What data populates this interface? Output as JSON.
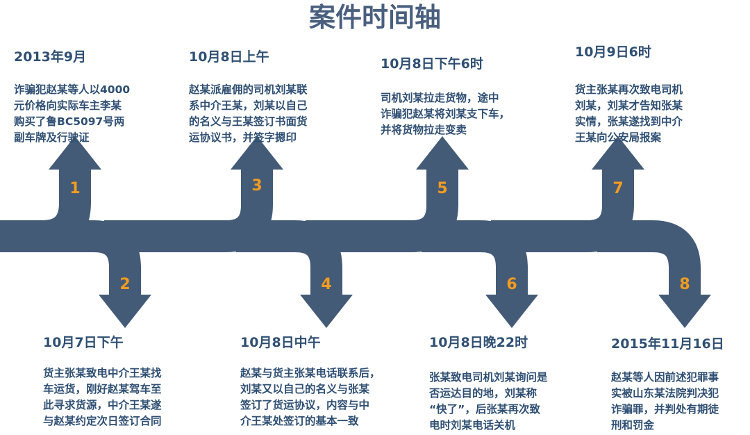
{
  "title": "案件时间轴",
  "colors": {
    "road": "#445b77",
    "number": "#f39c1f",
    "text": "#2f4f73"
  },
  "events": [
    {
      "number": "1",
      "date": "2013年9月",
      "lines": [
        "诈骗犯赵某等人以4000",
        "元价格向实际车主李某",
        "购买了鲁BC5097号两",
        "副车牌及行驶证"
      ]
    },
    {
      "number": "2",
      "date": "10月7日下午",
      "lines": [
        "货主张某致电中介王某找",
        "车运货，刚好赵某驾车至",
        "此寻求货源，中介王某遂",
        "与赵某约定次日签订合同"
      ]
    },
    {
      "number": "3",
      "date": "10月8日上午",
      "lines": [
        "赵某派雇佣的司机刘某联",
        "系中介王某，刘某以自己",
        "的名义与王某签订书面货",
        "运协议书，并签字摁印"
      ]
    },
    {
      "number": "4",
      "date": "10月8日中午",
      "lines": [
        "赵某与货主张某电话联系后，",
        "刘某又以自己的名义与张某",
        "签订了货运协议，内容与中",
        "介王某处签订的基本一致"
      ]
    },
    {
      "number": "5",
      "date": "10月8日下午6时",
      "lines": [
        "司机刘某拉走货物，途中",
        "诈骗犯赵某将刘某支下车，",
        "并将货物拉走变卖"
      ]
    },
    {
      "number": "6",
      "date": "10月8日晚22时",
      "lines": [
        "张某致电司机刘某询问是",
        "否运达目的地，刘某称",
        "“快了”，后张某再次致",
        "电时刘某电话关机"
      ]
    },
    {
      "number": "7",
      "date": "10月9日6时",
      "lines": [
        "货主张某再次致电司机",
        "刘某，刘某才告知张某",
        "实情，张某遂找到中介",
        "王某向公安局报案"
      ]
    },
    {
      "number": "8",
      "date": "2015年11月16日",
      "lines": [
        "赵某等人因前述犯罪事",
        "实被山东某法院判决犯",
        "诈骗罪，并判处有期徒",
        "刑和罚金"
      ]
    }
  ]
}
